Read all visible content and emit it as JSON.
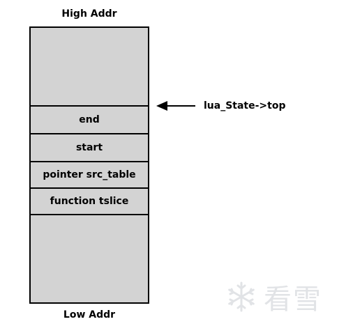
{
  "labels": {
    "high_addr": "High Addr",
    "low_addr": "Low Addr",
    "pointer": "lua_State->top"
  },
  "stack": {
    "slots": [
      {
        "label": "end"
      },
      {
        "label": "start"
      },
      {
        "label": "pointer src_table"
      },
      {
        "label": "function tslice"
      }
    ]
  },
  "watermark": {
    "icon": "snowflake-icon",
    "text": "看雪"
  },
  "colors": {
    "cell_fill": "#d3d3d3",
    "stroke": "#000000",
    "watermark": "#c9cdd2"
  }
}
